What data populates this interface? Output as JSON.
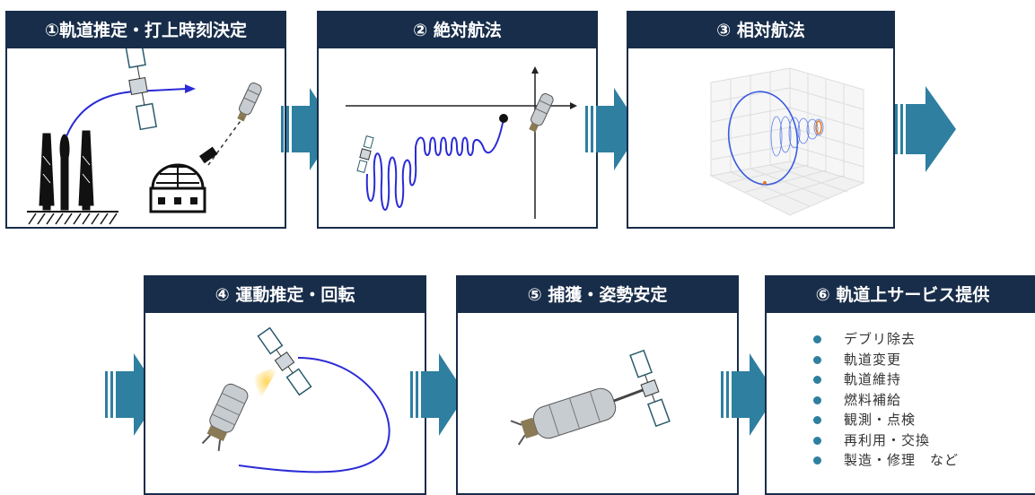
{
  "steps": [
    {
      "label": "①軌道推定・打上時刻決定"
    },
    {
      "label": "② 絶対航法"
    },
    {
      "label": "③ 相対航法"
    },
    {
      "label": "④ 運動推定・回転"
    },
    {
      "label": "⑤ 捕獲・姿勢安定"
    },
    {
      "label": "⑥ 軌道上サービス提供"
    }
  ],
  "services": [
    "デブリ除去",
    "軌道変更",
    "軌道維持",
    "燃料補給",
    "観測・点検",
    "再利用・交換",
    "製造・修理　など"
  ],
  "colors": {
    "header": "#182d4a",
    "arrow": "#2e7fa0",
    "trajectory": "#2b2bd6",
    "bullet": "#2e7fa0"
  }
}
